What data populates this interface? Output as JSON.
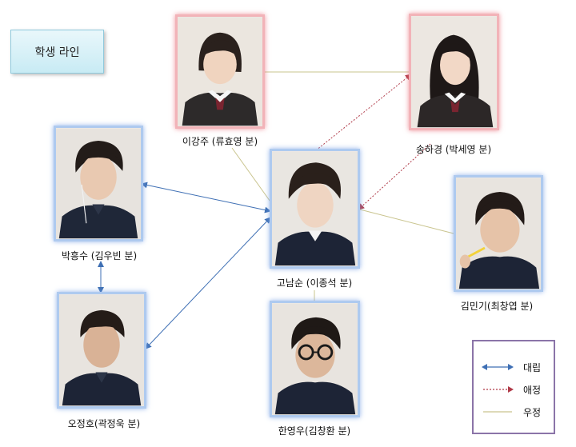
{
  "title": "학생 라인",
  "characters": [
    {
      "id": "lee",
      "caption": "이강주 (류효영 분)"
    },
    {
      "id": "song",
      "caption": "송하경 (박세영 분)"
    },
    {
      "id": "park",
      "caption": "박흥수 (김우빈 분)"
    },
    {
      "id": "go",
      "caption": "고남순 (이종석 분)"
    },
    {
      "id": "kim",
      "caption": "김민기(최창엽 분)"
    },
    {
      "id": "oh",
      "caption": "오정호(곽정욱 분)"
    },
    {
      "id": "han",
      "caption": "한영우(김창환 분)"
    }
  ],
  "legend": {
    "conflict": "대립",
    "affection": "애정",
    "friendship": "우정"
  },
  "colors": {
    "conflict": "#3e6fb4",
    "affection": "#b03a48",
    "friendship": "#c9c48e"
  },
  "relations": [
    {
      "from": "lee",
      "to": "song",
      "type": "friendship"
    },
    {
      "from": "lee",
      "to": "go",
      "type": "friendship"
    },
    {
      "from": "go",
      "to": "song",
      "type": "affection"
    },
    {
      "from": "song",
      "to": "go",
      "type": "affection"
    },
    {
      "from": "kim",
      "to": "go",
      "type": "friendship"
    },
    {
      "from": "park",
      "to": "go",
      "type": "conflict"
    },
    {
      "from": "park",
      "to": "oh",
      "type": "conflict"
    },
    {
      "from": "oh",
      "to": "go",
      "type": "conflict"
    },
    {
      "from": "go",
      "to": "han",
      "type": "friendship"
    }
  ]
}
